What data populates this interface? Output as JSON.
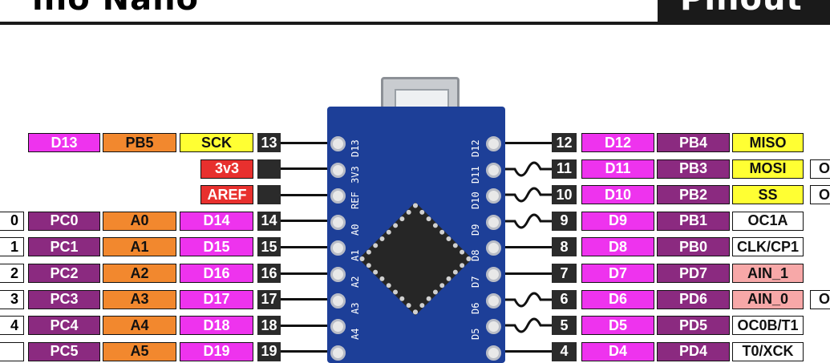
{
  "header": {
    "left_text": "ino Nano",
    "right_text": "Pinout"
  },
  "board": {
    "left_silk": [
      "D13",
      "3V3",
      "REF",
      "A0",
      "A1",
      "A2",
      "A3",
      "A4"
    ],
    "right_silk": [
      "D12",
      "D11",
      "D10",
      "D9",
      "D8",
      "D7",
      "D6",
      "D5"
    ]
  },
  "left_rows": [
    {
      "pin": "13",
      "labels": [
        {
          "text": "SCK",
          "bg": "#ffff33"
        },
        {
          "text": "PB5",
          "bg": "#f2882e"
        },
        {
          "text": "D13",
          "bg": "#ee33ee",
          "fg": "#ffffff"
        }
      ]
    },
    {
      "pin": "",
      "labels": [
        {
          "text": "3v3",
          "bg": "#e8302e",
          "fg": "#ffffff"
        }
      ]
    },
    {
      "pin": "",
      "labels": [
        {
          "text": "AREF",
          "bg": "#e8302e",
          "fg": "#ffffff"
        }
      ]
    },
    {
      "pin": "14",
      "labels": [
        {
          "text": "PC0",
          "bg": "#8b2a80",
          "fg": "#ffffff"
        },
        {
          "text": "A0",
          "bg": "#f2882e"
        },
        {
          "text": "D14",
          "bg": "#ee33ee",
          "fg": "#ffffff"
        }
      ],
      "edge": "PC0-partial"
    },
    {
      "pin": "15",
      "labels": [
        {
          "text": "PC1",
          "bg": "#8b2a80",
          "fg": "#ffffff"
        },
        {
          "text": "A1",
          "bg": "#f2882e"
        },
        {
          "text": "D15",
          "bg": "#ee33ee",
          "fg": "#ffffff"
        }
      ]
    },
    {
      "pin": "16",
      "labels": [
        {
          "text": "PC2",
          "bg": "#8b2a80",
          "fg": "#ffffff"
        },
        {
          "text": "A2",
          "bg": "#f2882e"
        },
        {
          "text": "D16",
          "bg": "#ee33ee",
          "fg": "#ffffff"
        }
      ]
    },
    {
      "pin": "17",
      "labels": [
        {
          "text": "PC3",
          "bg": "#8b2a80",
          "fg": "#ffffff"
        },
        {
          "text": "A3",
          "bg": "#f2882e"
        },
        {
          "text": "D17",
          "bg": "#ee33ee",
          "fg": "#ffffff"
        }
      ]
    },
    {
      "pin": "18",
      "labels": [
        {
          "text": "PC4",
          "bg": "#8b2a80",
          "fg": "#ffffff"
        },
        {
          "text": "A4",
          "bg": "#f2882e"
        },
        {
          "text": "D18",
          "bg": "#ee33ee",
          "fg": "#ffffff"
        }
      ]
    },
    {
      "pin": "19",
      "labels": [
        {
          "text": "PC5",
          "bg": "#8b2a80",
          "fg": "#ffffff"
        },
        {
          "text": "A5",
          "bg": "#f2882e"
        },
        {
          "text": "D19",
          "bg": "#ee33ee",
          "fg": "#ffffff"
        }
      ]
    }
  ],
  "left_edge": [
    "0",
    "1",
    "2",
    "3",
    "4",
    ""
  ],
  "right_rows": [
    {
      "pin": "12",
      "pwm": false,
      "labels": [
        {
          "text": "D12",
          "bg": "#ee33ee",
          "fg": "#ffffff"
        },
        {
          "text": "PB4",
          "bg": "#8b2a80",
          "fg": "#ffffff"
        },
        {
          "text": "MISO",
          "bg": "#ffff33"
        }
      ]
    },
    {
      "pin": "11",
      "pwm": true,
      "labels": [
        {
          "text": "D11",
          "bg": "#ee33ee",
          "fg": "#ffffff"
        },
        {
          "text": "PB3",
          "bg": "#8b2a80",
          "fg": "#ffffff"
        },
        {
          "text": "MOSI",
          "bg": "#ffff33"
        },
        {
          "text": "O",
          "bg": "#ffffff"
        }
      ]
    },
    {
      "pin": "10",
      "pwm": true,
      "labels": [
        {
          "text": "D10",
          "bg": "#ee33ee",
          "fg": "#ffffff"
        },
        {
          "text": "PB2",
          "bg": "#8b2a80",
          "fg": "#ffffff"
        },
        {
          "text": "SS",
          "bg": "#ffff33"
        },
        {
          "text": "O",
          "bg": "#ffffff"
        }
      ]
    },
    {
      "pin": "9",
      "pwm": true,
      "labels": [
        {
          "text": "D9",
          "bg": "#ee33ee",
          "fg": "#ffffff"
        },
        {
          "text": "PB1",
          "bg": "#8b2a80",
          "fg": "#ffffff"
        },
        {
          "text": "OC1A",
          "bg": "#ffffff"
        }
      ]
    },
    {
      "pin": "8",
      "pwm": false,
      "labels": [
        {
          "text": "D8",
          "bg": "#ee33ee",
          "fg": "#ffffff"
        },
        {
          "text": "PB0",
          "bg": "#8b2a80",
          "fg": "#ffffff"
        },
        {
          "text": "CLK/CP1",
          "bg": "#ffffff"
        }
      ]
    },
    {
      "pin": "7",
      "pwm": false,
      "labels": [
        {
          "text": "D7",
          "bg": "#ee33ee",
          "fg": "#ffffff"
        },
        {
          "text": "PD7",
          "bg": "#8b2a80",
          "fg": "#ffffff"
        },
        {
          "text": "AIN_1",
          "bg": "#f7a8a8"
        }
      ]
    },
    {
      "pin": "6",
      "pwm": true,
      "labels": [
        {
          "text": "D6",
          "bg": "#ee33ee",
          "fg": "#ffffff"
        },
        {
          "text": "PD6",
          "bg": "#8b2a80",
          "fg": "#ffffff"
        },
        {
          "text": "AIN_0",
          "bg": "#f7a8a8"
        },
        {
          "text": "O",
          "bg": "#ffffff"
        }
      ]
    },
    {
      "pin": "5",
      "pwm": true,
      "labels": [
        {
          "text": "D5",
          "bg": "#ee33ee",
          "fg": "#ffffff"
        },
        {
          "text": "PD5",
          "bg": "#8b2a80",
          "fg": "#ffffff"
        },
        {
          "text": "OC0B/T1",
          "bg": "#ffffff"
        }
      ]
    },
    {
      "pin": "4",
      "pwm": false,
      "labels": [
        {
          "text": "D4",
          "bg": "#ee33ee",
          "fg": "#ffffff"
        },
        {
          "text": "PD4",
          "bg": "#8b2a80",
          "fg": "#ffffff"
        },
        {
          "text": "T0/XCK",
          "bg": "#ffffff"
        }
      ]
    }
  ]
}
